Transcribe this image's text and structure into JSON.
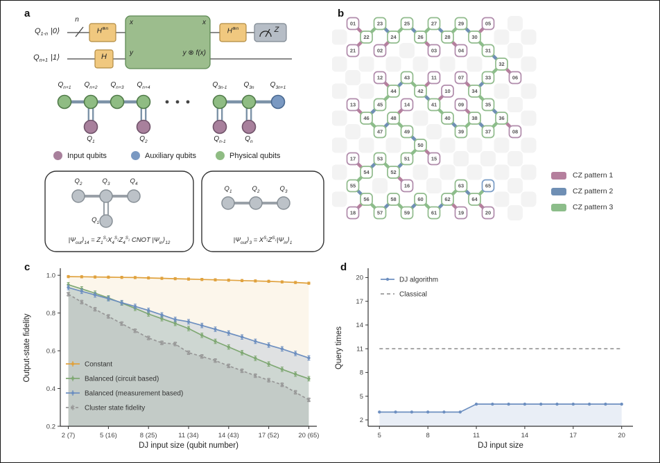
{
  "figure": {
    "panel_labels": {
      "a": "a",
      "b": "b",
      "c": "c",
      "d": "d"
    }
  },
  "panel_a": {
    "circuit": {
      "wire1_qubit": "Q_{1-n}",
      "wire1_state": "|0⟩",
      "wire_size": "n",
      "hadamard_n_1": "H^{⊗n}",
      "oracle_x_in": "x",
      "oracle_x_out": "x",
      "oracle_y_in": "y",
      "oracle_y_out": "y ⊗ f(x)",
      "hadamard_n_2": "H^{⊗n}",
      "hadamard_single": "H",
      "measure_basis": "Z",
      "wire2_qubit": "Q_{n+1}",
      "wire2_state": "|1⟩"
    },
    "cluster": {
      "top_labels": [
        "Q_{n+1}",
        "Q_{n+2}",
        "Q_{n+3}",
        "Q_{n+4}",
        "Q_{3n-1}",
        "Q_{3n}",
        "Q_{3n+1}"
      ],
      "bottom_labels": [
        "Q_{1}",
        "Q_{2}",
        "Q_{n-1}",
        "Q_{n}"
      ]
    },
    "legend": [
      {
        "label": "Input qubits",
        "color": "#a8809c"
      },
      {
        "label": "Auxiliary qubits",
        "color": "#7a99c2"
      },
      {
        "label": "Physical qubits",
        "color": "#8fbc83"
      }
    ],
    "box1": {
      "top_labels": [
        "Q_{2}",
        "Q_{3}",
        "Q_{4}"
      ],
      "bottom_label": "Q_{1}",
      "formula": "|Ψ_{out}⟩_{14} = Z_{1}^{S_{2}}X_{4}^{S_{2}}Z_{4}^{S_{1}} CNOT |Ψ_{in}⟩_{12}"
    },
    "box2": {
      "labels": [
        "Q_{1}",
        "Q_{2}",
        "Q_{3}"
      ],
      "formula": "|Ψ_{out}⟩_{3} = X^{S_{2}}Z^{S_{1}}|Ψ_{in}⟩_{1}"
    }
  },
  "panel_b": {
    "legend": [
      {
        "label": "CZ pattern 1",
        "color": "#b57f9d"
      },
      {
        "label": "CZ pattern 2",
        "color": "#6f8fb4"
      },
      {
        "label": "CZ pattern 3",
        "color": "#8cbd8a"
      }
    ],
    "node_colors": {
      "i": "#b08bab",
      "p": "#90bb8c",
      "a": "#7a9cc6"
    },
    "nodes": [
      [
        "01",
        0,
        0,
        "i"
      ],
      [
        "23",
        2,
        0,
        "p"
      ],
      [
        "25",
        4,
        0,
        "p"
      ],
      [
        "27",
        6,
        0,
        "p"
      ],
      [
        "29",
        8,
        0,
        "p"
      ],
      [
        "05",
        10,
        0,
        "i"
      ],
      [
        "22",
        1,
        1,
        "p"
      ],
      [
        "24",
        3,
        1,
        "p"
      ],
      [
        "26",
        5,
        1,
        "p"
      ],
      [
        "28",
        7,
        1,
        "p"
      ],
      [
        "30",
        9,
        1,
        "p"
      ],
      [
        "21",
        0,
        2,
        "i"
      ],
      [
        "02",
        2,
        2,
        "i"
      ],
      [
        "03",
        6,
        2,
        "i"
      ],
      [
        "04",
        8,
        2,
        "i"
      ],
      [
        "31",
        10,
        2,
        "p"
      ],
      [
        "32",
        11,
        3,
        "p"
      ],
      [
        "12",
        2,
        4,
        "i"
      ],
      [
        "43",
        4,
        4,
        "p"
      ],
      [
        "11",
        6,
        4,
        "i"
      ],
      [
        "07",
        8,
        4,
        "i"
      ],
      [
        "33",
        10,
        4,
        "p"
      ],
      [
        "06",
        12,
        4,
        "i"
      ],
      [
        "44",
        3,
        5,
        "p"
      ],
      [
        "42",
        5,
        5,
        "p"
      ],
      [
        "10",
        7,
        5,
        "i"
      ],
      [
        "34",
        9,
        5,
        "p"
      ],
      [
        "13",
        0,
        6,
        "i"
      ],
      [
        "45",
        2,
        6,
        "p"
      ],
      [
        "14",
        4,
        6,
        "i"
      ],
      [
        "41",
        6,
        6,
        "p"
      ],
      [
        "09",
        8,
        6,
        "i"
      ],
      [
        "35",
        10,
        6,
        "p"
      ],
      [
        "46",
        1,
        7,
        "p"
      ],
      [
        "48",
        3,
        7,
        "p"
      ],
      [
        "40",
        7,
        7,
        "p"
      ],
      [
        "38",
        9,
        7,
        "p"
      ],
      [
        "36",
        11,
        7,
        "p"
      ],
      [
        "47",
        2,
        8,
        "p"
      ],
      [
        "49",
        4,
        8,
        "p"
      ],
      [
        "39",
        8,
        8,
        "p"
      ],
      [
        "37",
        10,
        8,
        "p"
      ],
      [
        "08",
        12,
        8,
        "i"
      ],
      [
        "50",
        5,
        9,
        "p"
      ],
      [
        "17",
        0,
        10,
        "i"
      ],
      [
        "53",
        2,
        10,
        "p"
      ],
      [
        "51",
        4,
        10,
        "p"
      ],
      [
        "15",
        6,
        10,
        "i"
      ],
      [
        "54",
        1,
        11,
        "p"
      ],
      [
        "52",
        3,
        11,
        "p"
      ],
      [
        "55",
        0,
        12,
        "p"
      ],
      [
        "16",
        4,
        12,
        "i"
      ],
      [
        "63",
        8,
        12,
        "p"
      ],
      [
        "65",
        10,
        12,
        "a"
      ],
      [
        "56",
        1,
        13,
        "p"
      ],
      [
        "58",
        3,
        13,
        "p"
      ],
      [
        "60",
        5,
        13,
        "p"
      ],
      [
        "62",
        7,
        13,
        "p"
      ],
      [
        "64",
        9,
        13,
        "p"
      ],
      [
        "18",
        0,
        14,
        "i"
      ],
      [
        "57",
        2,
        14,
        "p"
      ],
      [
        "59",
        4,
        14,
        "p"
      ],
      [
        "61",
        6,
        14,
        "p"
      ],
      [
        "19",
        8,
        14,
        "i"
      ],
      [
        "20",
        10,
        14,
        "i"
      ]
    ],
    "edges": [
      [
        "22",
        "23",
        3
      ],
      [
        "23",
        "24",
        2
      ],
      [
        "24",
        "25",
        3
      ],
      [
        "25",
        "26",
        2
      ],
      [
        "26",
        "27",
        3
      ],
      [
        "27",
        "28",
        2
      ],
      [
        "28",
        "29",
        3
      ],
      [
        "29",
        "30",
        2
      ],
      [
        "30",
        "31",
        3
      ],
      [
        "31",
        "32",
        2
      ],
      [
        "32",
        "33",
        3
      ],
      [
        "33",
        "34",
        2
      ],
      [
        "34",
        "35",
        3
      ],
      [
        "35",
        "36",
        2
      ],
      [
        "36",
        "37",
        3
      ],
      [
        "37",
        "38",
        2
      ],
      [
        "38",
        "39",
        3
      ],
      [
        "39",
        "40",
        2
      ],
      [
        "40",
        "41",
        3
      ],
      [
        "41",
        "42",
        2
      ],
      [
        "42",
        "43",
        3
      ],
      [
        "43",
        "44",
        2
      ],
      [
        "44",
        "45",
        3
      ],
      [
        "45",
        "46",
        2
      ],
      [
        "46",
        "47",
        3
      ],
      [
        "47",
        "48",
        2
      ],
      [
        "48",
        "49",
        3
      ],
      [
        "49",
        "50",
        2
      ],
      [
        "50",
        "51",
        3
      ],
      [
        "51",
        "52",
        2
      ],
      [
        "52",
        "53",
        3
      ],
      [
        "53",
        "54",
        2
      ],
      [
        "54",
        "55",
        3
      ],
      [
        "55",
        "56",
        2
      ],
      [
        "56",
        "57",
        3
      ],
      [
        "57",
        "58",
        2
      ],
      [
        "58",
        "59",
        3
      ],
      [
        "59",
        "60",
        2
      ],
      [
        "60",
        "61",
        3
      ],
      [
        "61",
        "62",
        2
      ],
      [
        "62",
        "63",
        3
      ],
      [
        "63",
        "64",
        2
      ],
      [
        "64",
        "65",
        3
      ],
      [
        "01",
        "22",
        1
      ],
      [
        "21",
        "22",
        1
      ],
      [
        "02",
        "24",
        1
      ],
      [
        "03",
        "26",
        1
      ],
      [
        "04",
        "28",
        1
      ],
      [
        "05",
        "30",
        1
      ],
      [
        "06",
        "32",
        1
      ],
      [
        "07",
        "34",
        1
      ],
      [
        "08",
        "36",
        1
      ],
      [
        "09",
        "38",
        1
      ],
      [
        "10",
        "41",
        1
      ],
      [
        "11",
        "42",
        1
      ],
      [
        "12",
        "44",
        1
      ],
      [
        "13",
        "46",
        1
      ],
      [
        "14",
        "48",
        1
      ],
      [
        "15",
        "50",
        1
      ],
      [
        "16",
        "52",
        1
      ],
      [
        "17",
        "54",
        1
      ],
      [
        "18",
        "56",
        1
      ],
      [
        "19",
        "62",
        1
      ],
      [
        "20",
        "64",
        1
      ]
    ]
  },
  "chart_data": {
    "note": "see chart_c and chart_d"
  },
  "chart_c": {
    "type": "line",
    "xlabel": "DJ input size (qubit number)",
    "ylabel": "Output-state fidelity",
    "xlim": [
      1.4,
      20.6
    ],
    "ylim": [
      0.2,
      1.03
    ],
    "x": [
      2,
      3,
      4,
      5,
      6,
      7,
      8,
      9,
      10,
      11,
      12,
      13,
      14,
      15,
      16,
      17,
      18,
      19,
      20
    ],
    "xticks": [
      {
        "v": 2,
        "label": "2 (7)"
      },
      {
        "v": 5,
        "label": "5 (16)"
      },
      {
        "v": 8,
        "label": "8 (25)"
      },
      {
        "v": 11,
        "label": "11 (34)"
      },
      {
        "v": 14,
        "label": "14 (43)"
      },
      {
        "v": 17,
        "label": "17 (52)"
      },
      {
        "v": 20,
        "label": "20 (65)"
      }
    ],
    "yticks": [
      {
        "v": 0.2,
        "label": "0.2"
      },
      {
        "v": 0.4,
        "label": "0.4"
      },
      {
        "v": 0.6,
        "label": "0.6"
      },
      {
        "v": 0.8,
        "label": "0.8"
      },
      {
        "v": 1.0,
        "label": "1.0"
      }
    ],
    "series": [
      {
        "name": "Constant",
        "color": "#e0a23e",
        "marker": "circle",
        "err": 0.006,
        "fill": "rgba(224,162,62,0.10)",
        "values": [
          0.993,
          0.992,
          0.991,
          0.99,
          0.989,
          0.988,
          0.986,
          0.984,
          0.982,
          0.98,
          0.978,
          0.976,
          0.974,
          0.972,
          0.97,
          0.968,
          0.965,
          0.962,
          0.958
        ]
      },
      {
        "name": "Balanced (circuit based)",
        "color": "#7fa873",
        "marker": "circle",
        "err": 0.012,
        "fill": "rgba(127,168,115,0.16)",
        "values": [
          0.95,
          0.928,
          0.905,
          0.88,
          0.853,
          0.825,
          0.795,
          0.77,
          0.745,
          0.718,
          0.682,
          0.65,
          0.62,
          0.59,
          0.56,
          0.53,
          0.502,
          0.476,
          0.452
        ]
      },
      {
        "name": "Balanced (measurement based)",
        "color": "#6d8fc0",
        "marker": "circle",
        "err": 0.012,
        "fill": "rgba(109,143,192,0.20)",
        "values": [
          0.935,
          0.915,
          0.896,
          0.876,
          0.855,
          0.835,
          0.814,
          0.79,
          0.766,
          0.754,
          0.734,
          0.714,
          0.694,
          0.673,
          0.65,
          0.63,
          0.61,
          0.586,
          0.562
        ]
      },
      {
        "name": "Cluster state fidelity",
        "color": "#979797",
        "marker": "cross",
        "dash": "4,3",
        "err": 0.01,
        "fill": "rgba(150,150,150,0.18)",
        "values": [
          0.9,
          0.858,
          0.82,
          0.782,
          0.744,
          0.706,
          0.668,
          0.642,
          0.636,
          0.59,
          0.57,
          0.548,
          0.52,
          0.494,
          0.468,
          0.444,
          0.42,
          0.38,
          0.34
        ]
      }
    ]
  },
  "chart_d": {
    "type": "line",
    "xlabel": "DJ input size",
    "ylabel": "Query times",
    "xlim": [
      4.3,
      20.7
    ],
    "ylim": [
      1.2,
      21
    ],
    "x": [
      5,
      6,
      7,
      8,
      9,
      10,
      11,
      12,
      13,
      14,
      15,
      16,
      17,
      18,
      19,
      20
    ],
    "xticks": [
      5,
      8,
      11,
      14,
      17,
      20
    ],
    "yticks": [
      2,
      5,
      8,
      11,
      14,
      17,
      20
    ],
    "series": [
      {
        "name": "DJ algorithm",
        "color": "#6d8fc0",
        "marker": "circle",
        "fill": "rgba(109,143,192,0.15)",
        "values": [
          3,
          3,
          3,
          3,
          3,
          3,
          4,
          4,
          4,
          4,
          4,
          4,
          4,
          4,
          4,
          4
        ]
      },
      {
        "name": "Classical",
        "color": "#9a9a9a",
        "dash": "5,4",
        "values": [
          11,
          11,
          11,
          11,
          11,
          11,
          11,
          11,
          11,
          11,
          11,
          11,
          11,
          11,
          11,
          11
        ]
      }
    ]
  }
}
